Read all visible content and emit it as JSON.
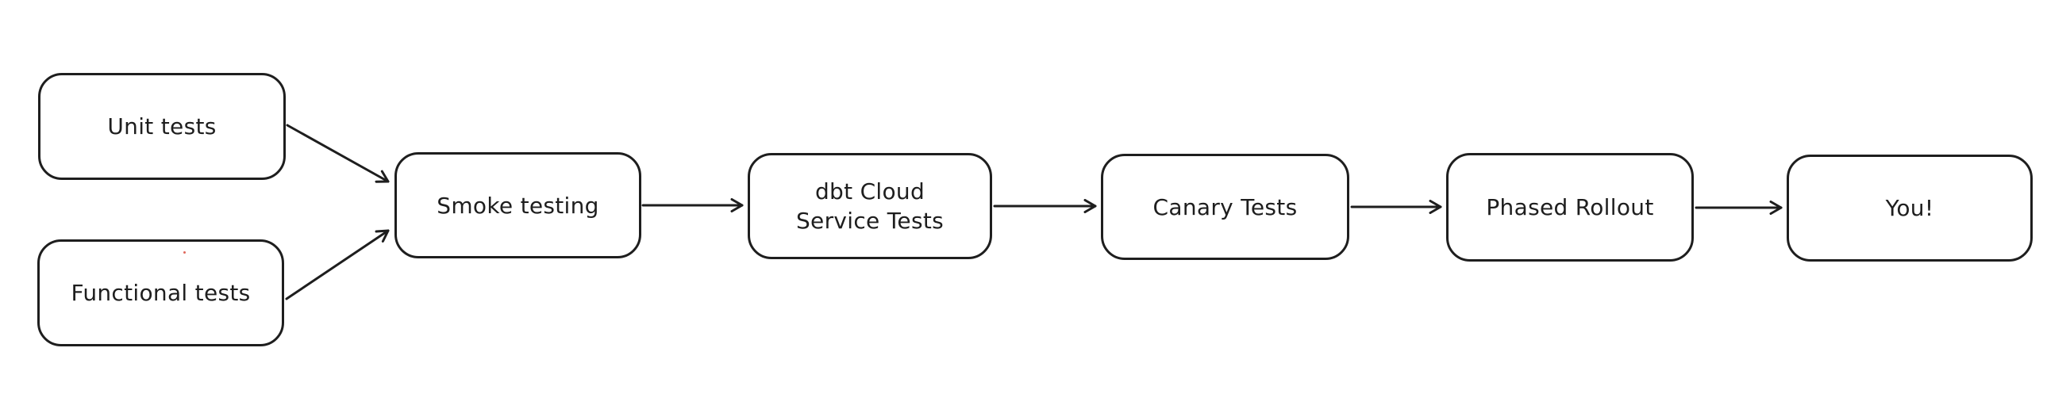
{
  "diagram": {
    "background_color": "#ffffff",
    "stroke_color": "#1e1e1e",
    "artifact_dot_color": "#e0685c",
    "nodes": [
      {
        "id": "unit-tests",
        "label": "Unit tests"
      },
      {
        "id": "functional-tests",
        "label": "Functional tests"
      },
      {
        "id": "smoke-testing",
        "label": "Smoke testing"
      },
      {
        "id": "dbt-cloud-service-tests",
        "label": "dbt Cloud\nService Tests"
      },
      {
        "id": "canary-tests",
        "label": "Canary Tests"
      },
      {
        "id": "phased-rollout",
        "label": "Phased Rollout"
      },
      {
        "id": "you",
        "label": "You!"
      }
    ],
    "edges": [
      {
        "from": "unit-tests",
        "to": "smoke-testing"
      },
      {
        "from": "functional-tests",
        "to": "smoke-testing"
      },
      {
        "from": "smoke-testing",
        "to": "dbt-cloud-service-tests"
      },
      {
        "from": "dbt-cloud-service-tests",
        "to": "canary-tests"
      },
      {
        "from": "canary-tests",
        "to": "phased-rollout"
      },
      {
        "from": "phased-rollout",
        "to": "you"
      }
    ]
  }
}
